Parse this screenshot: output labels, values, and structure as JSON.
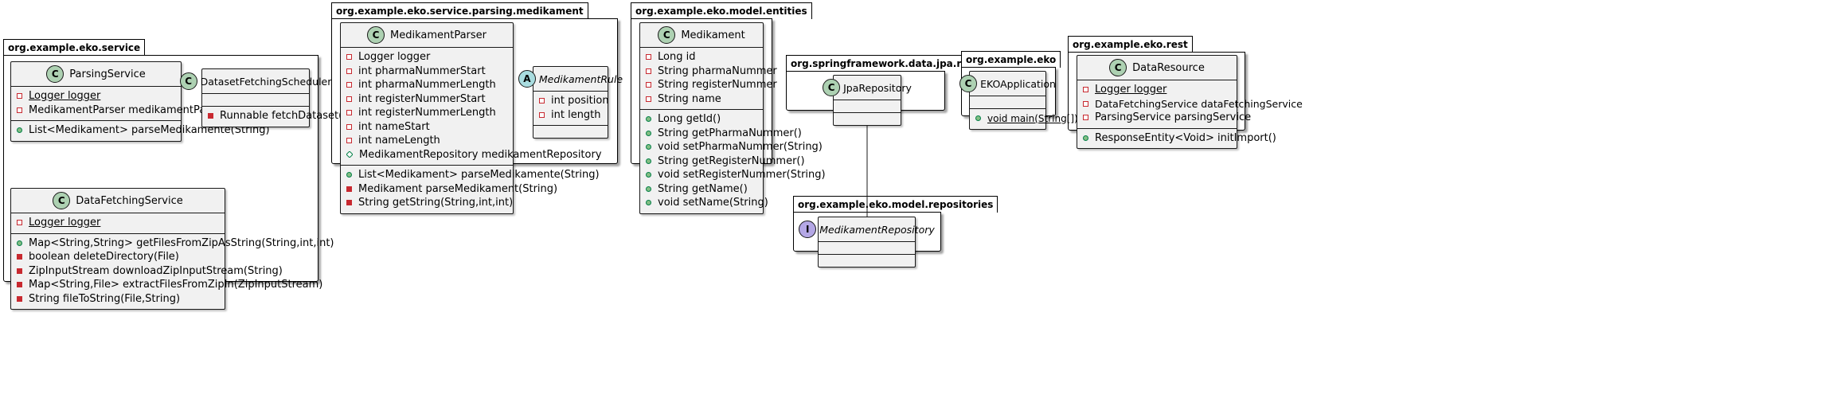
{
  "packages": {
    "service": "org.example.eko.service",
    "parsing": "org.example.eko.service.parsing.medikament",
    "entities": "org.example.eko.model.entities",
    "jpa": "org.springframework.data.jpa.repository",
    "repositories": "org.example.eko.model.repositories",
    "eko": "org.example.eko",
    "rest": "org.example.eko.rest"
  },
  "classes": {
    "parsingService": {
      "badge": "C",
      "name": "ParsingService",
      "fields": [
        "Logger logger",
        "MedikamentParser medikamentParser"
      ],
      "methods": [
        "List<Medikament> parseMedikamente(String)"
      ]
    },
    "datasetFetchingScheduler": {
      "badge": "C",
      "name": "DatasetFetchingScheduler",
      "fields": [],
      "methods": [
        "Runnable fetchDataset()"
      ]
    },
    "dataFetchingService": {
      "badge": "C",
      "name": "DataFetchingService",
      "fields": [
        "Logger logger"
      ],
      "methods": [
        "Map<String,String> getFilesFromZipAsString(String,int,int)",
        "boolean deleteDirectory(File)",
        "ZipInputStream downloadZipInputStream(String)",
        "Map<String,File> extractFilesFromZipIn(ZipInputStream)",
        "String fileToString(File,String)"
      ]
    },
    "medikamentParser": {
      "badge": "C",
      "name": "MedikamentParser",
      "fields": [
        "Logger logger",
        "int pharmaNummerStart",
        "int pharmaNummerLength",
        "int registerNummerStart",
        "int registerNummerLength",
        "int nameStart",
        "int nameLength",
        "MedikamentRepository medikamentRepository"
      ],
      "methods": [
        "List<Medikament> parseMedikamente(String)",
        "Medikament parseMedikament(String)",
        "String getString(String,int,int)"
      ]
    },
    "medikamentRule": {
      "badge": "A",
      "name": "MedikamentRule",
      "fields": [
        "int position",
        "int length"
      ],
      "methods": []
    },
    "medikament": {
      "badge": "C",
      "name": "Medikament",
      "fields": [
        "Long id",
        "String pharmaNummer",
        "String registerNummer",
        "String name"
      ],
      "methods": [
        "Long getId()",
        "String getPharmaNummer()",
        "void setPharmaNummer(String)",
        "String getRegisterNummer()",
        "void setRegisterNummer(String)",
        "String getName()",
        "void setName(String)"
      ]
    },
    "jpaRepository": {
      "badge": "C",
      "name": "JpaRepository"
    },
    "medikamentRepository": {
      "badge": "I",
      "name": "MedikamentRepository"
    },
    "ekoApplication": {
      "badge": "C",
      "name": "EKOApplication",
      "methods": [
        "void main(String[])"
      ]
    },
    "dataResource": {
      "badge": "C",
      "name": "DataResource",
      "fields": [
        "Logger logger",
        "DataFetchingService dataFetchingService",
        "ParsingService parsingService"
      ],
      "methods": [
        "ResponseEntity<Void> initImport()"
      ]
    }
  },
  "colors": {
    "class_badge": "#add1b2",
    "abstract_badge": "#a9dcdf",
    "interface_badge": "#b4a7e5",
    "class_fill": "#f1f1f1",
    "private_marker": "#c82930",
    "public_marker": "#84be84"
  }
}
